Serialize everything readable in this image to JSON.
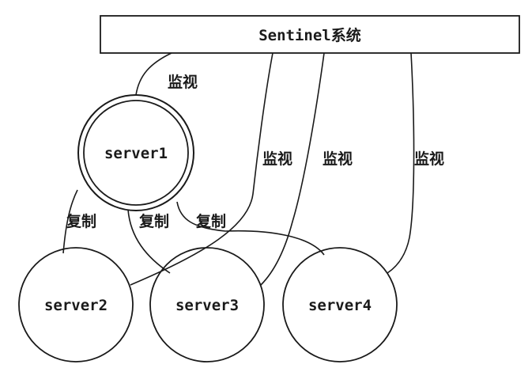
{
  "sentinel": {
    "label": "Sentinel系统"
  },
  "servers": {
    "server1": "server1",
    "server2": "server2",
    "server3": "server3",
    "server4": "server4"
  },
  "edges": {
    "monitor_label": "监视",
    "replicate_label": "复制"
  }
}
